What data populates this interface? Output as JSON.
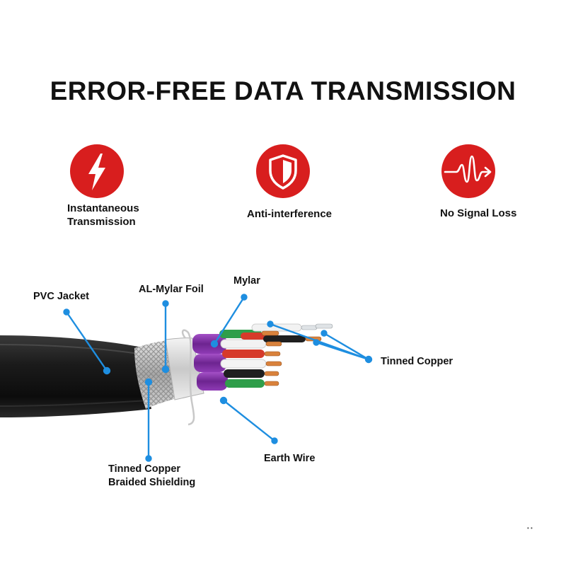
{
  "title": "ERROR-FREE DATA TRANSMISSION",
  "features": [
    {
      "icon": "lightning-bolt-icon",
      "label_lines": [
        "Instantaneous",
        "Transmission"
      ]
    },
    {
      "icon": "shield-icon",
      "label_lines": [
        "Anti-interference"
      ]
    },
    {
      "icon": "signal-wave-arrow-icon",
      "label_lines": [
        "No Signal Loss"
      ]
    }
  ],
  "callouts": {
    "pvc_jacket": "PVC Jacket",
    "al_mylar_foil": "AL-Mylar Foil",
    "mylar": "Mylar",
    "tinned_copper": "Tinned Copper",
    "earth_wire": "Earth Wire",
    "braided_shielding": [
      "Tinned Copper",
      "Braided Shielding"
    ]
  },
  "colors": {
    "icon_red": "#d81e1e",
    "callout_blue": "#1e8ee0",
    "jacket_black": "#1b1b1b",
    "mylar_purple": "#7a2c9e",
    "copper": "#d9823c"
  }
}
